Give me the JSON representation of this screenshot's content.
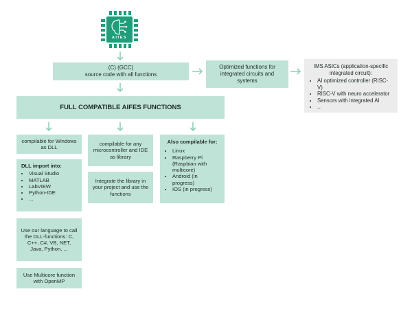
{
  "logo": {
    "text": "AIfES"
  },
  "colors": {
    "box": "#bfe3d7",
    "grey_box": "#ececec",
    "arrow": "#8fcfba",
    "chip": "#1e9e7a"
  },
  "source": {
    "line1": "(C) (GCC)",
    "line2": "source code with all functions"
  },
  "optimized": {
    "text": "Optimized functions for integrated circuits and systems"
  },
  "ims": {
    "title": "IMS ASICs (application-specific integrated circuit):",
    "items": [
      "AI optimized controller (RISC-V)",
      "RISC-V with neuro accelerator",
      "Sensors with integrated AI",
      "..."
    ]
  },
  "full": {
    "text": "FULL COMPATIBLE AIFES FUNCTIONS"
  },
  "col1": {
    "dll": "compilable for Windows as DLL",
    "import_title": "DLL import into:",
    "import_items": [
      "Visual Studio",
      "MATLAB",
      "LabVIEW",
      "Python-IDE",
      "..."
    ],
    "language": "Use our language to call the DLL-functions: C, C++, C#, VB, NET, Java, Python, ...",
    "multicore": "Use Multicore function with OpenMP"
  },
  "col2": {
    "compile": "compilable for any microcontroller and IDE as library",
    "integrate": "Integrate the library in your project and use the functions"
  },
  "col3": {
    "title": "Also compilable for:",
    "items": [
      "Linux",
      "Raspberry Pi (Raspbian with multicore)",
      "Android (in progress)",
      "IOS (in progress)"
    ]
  }
}
